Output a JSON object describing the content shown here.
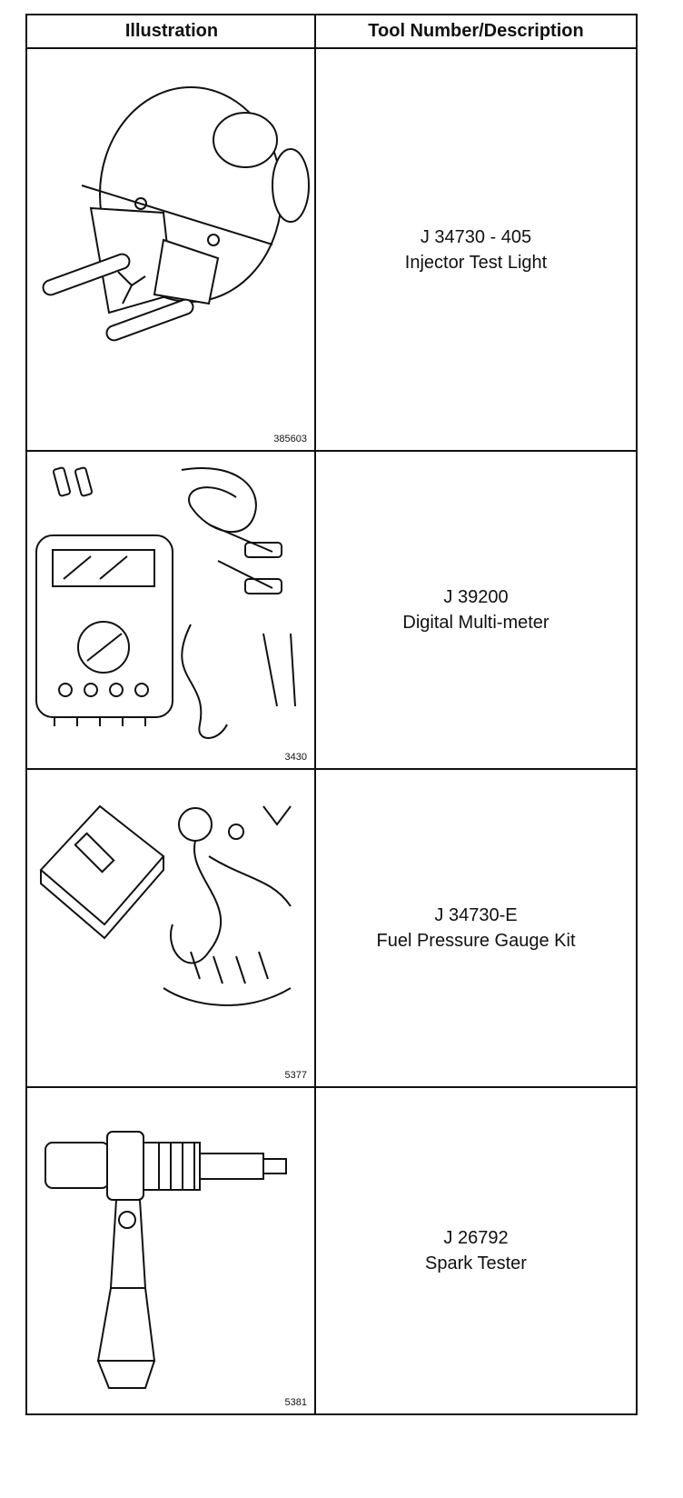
{
  "table": {
    "headers": [
      "Illustration",
      "Tool Number/Description"
    ],
    "rows": [
      {
        "tool_number": "J 34730 - 405",
        "description": "Injector Test Light",
        "figure_ref": "385603",
        "icon": "injector-test-light-icon"
      },
      {
        "tool_number": "J 39200",
        "description": "Digital Multi-meter",
        "figure_ref": "3430",
        "icon": "multimeter-icon"
      },
      {
        "tool_number": "J 34730-E",
        "description": "Fuel Pressure Gauge Kit",
        "figure_ref": "5377",
        "icon": "fuel-pressure-gauge-kit-icon"
      },
      {
        "tool_number": "J 26792",
        "description": "Spark Tester",
        "figure_ref": "5381",
        "icon": "spark-tester-icon"
      }
    ]
  }
}
